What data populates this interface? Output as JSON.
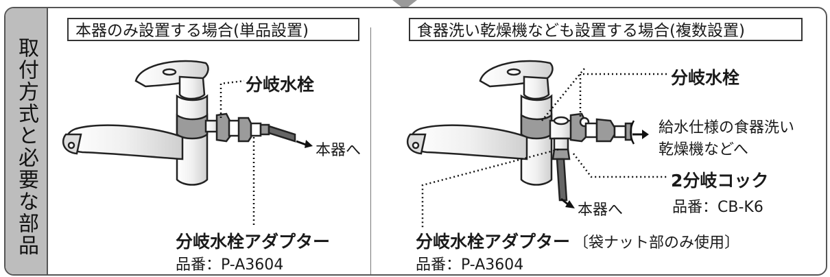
{
  "sidebar": {
    "title": "取付方式と必要な部品"
  },
  "left_panel": {
    "heading": "本器のみ設置する場合(単品設置)",
    "branch_faucet_label": "分岐水栓",
    "to_device_label": "本器へ",
    "adapter_name": "分岐水栓アダプター",
    "adapter_part": "品番：P-A3604"
  },
  "right_panel": {
    "heading": "食器洗い乾燥機なども設置する場合(複数設置)",
    "branch_faucet_label": "分岐水栓",
    "dishwasher_line1": "給水仕様の食器洗い",
    "dishwasher_line2": "乾燥機などへ",
    "cock_name": "2分岐コック",
    "cock_part": "品番：CB-K6",
    "to_device_label": "本器へ",
    "adapter_name": "分岐水栓アダプター",
    "adapter_note": "〔袋ナット部のみ使用〕",
    "adapter_part": "品番：P-A3604"
  },
  "colors": {
    "sidebar_bg": "#bdbdbd",
    "band": "#9b9b9b",
    "outline": "#333333"
  }
}
